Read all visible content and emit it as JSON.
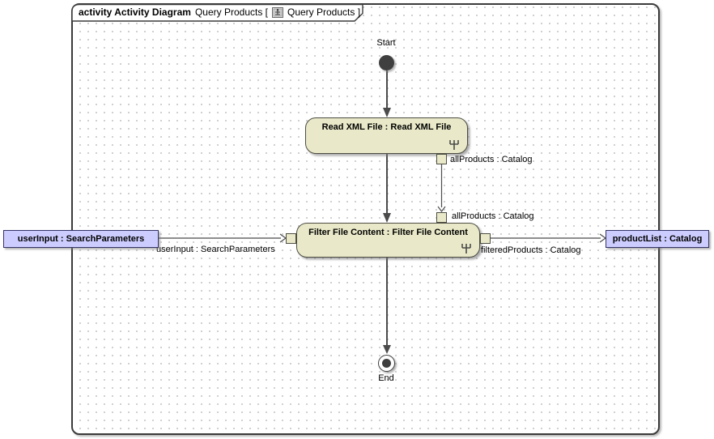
{
  "frame": {
    "title_bold": "activity Activity Diagram",
    "title_pre": "Query Products [",
    "title_post": "Query Products ]"
  },
  "nodes": {
    "start": {
      "label": "Start"
    },
    "read_xml": {
      "label": "Read XML File : Read XML File"
    },
    "filter": {
      "label": "Filter File Content : Filter File Content"
    },
    "end": {
      "label": "End"
    },
    "param_user_input": {
      "label": "userInput : SearchParameters"
    },
    "param_product_list": {
      "label": "productList : Catalog"
    }
  },
  "pins": {
    "read_xml_out": {
      "label": "allProducts : Catalog"
    },
    "filter_in_top": {
      "label": "allProducts : Catalog"
    }
  },
  "edges": {
    "user_input_flow": {
      "label": "userInput : SearchParameters"
    },
    "filtered_products_flow": {
      "label": "filteredProducts : Catalog"
    }
  },
  "colors": {
    "action_fill": "#e9e9c9",
    "action_border": "#4d4d44",
    "param_fill": "#ccccff",
    "param_border": "#333366",
    "node_dark": "#3f3f3f",
    "line_color": "#4b4b4b",
    "frame_border": "#3b3b3b",
    "grid_dot": "#cccccc"
  }
}
